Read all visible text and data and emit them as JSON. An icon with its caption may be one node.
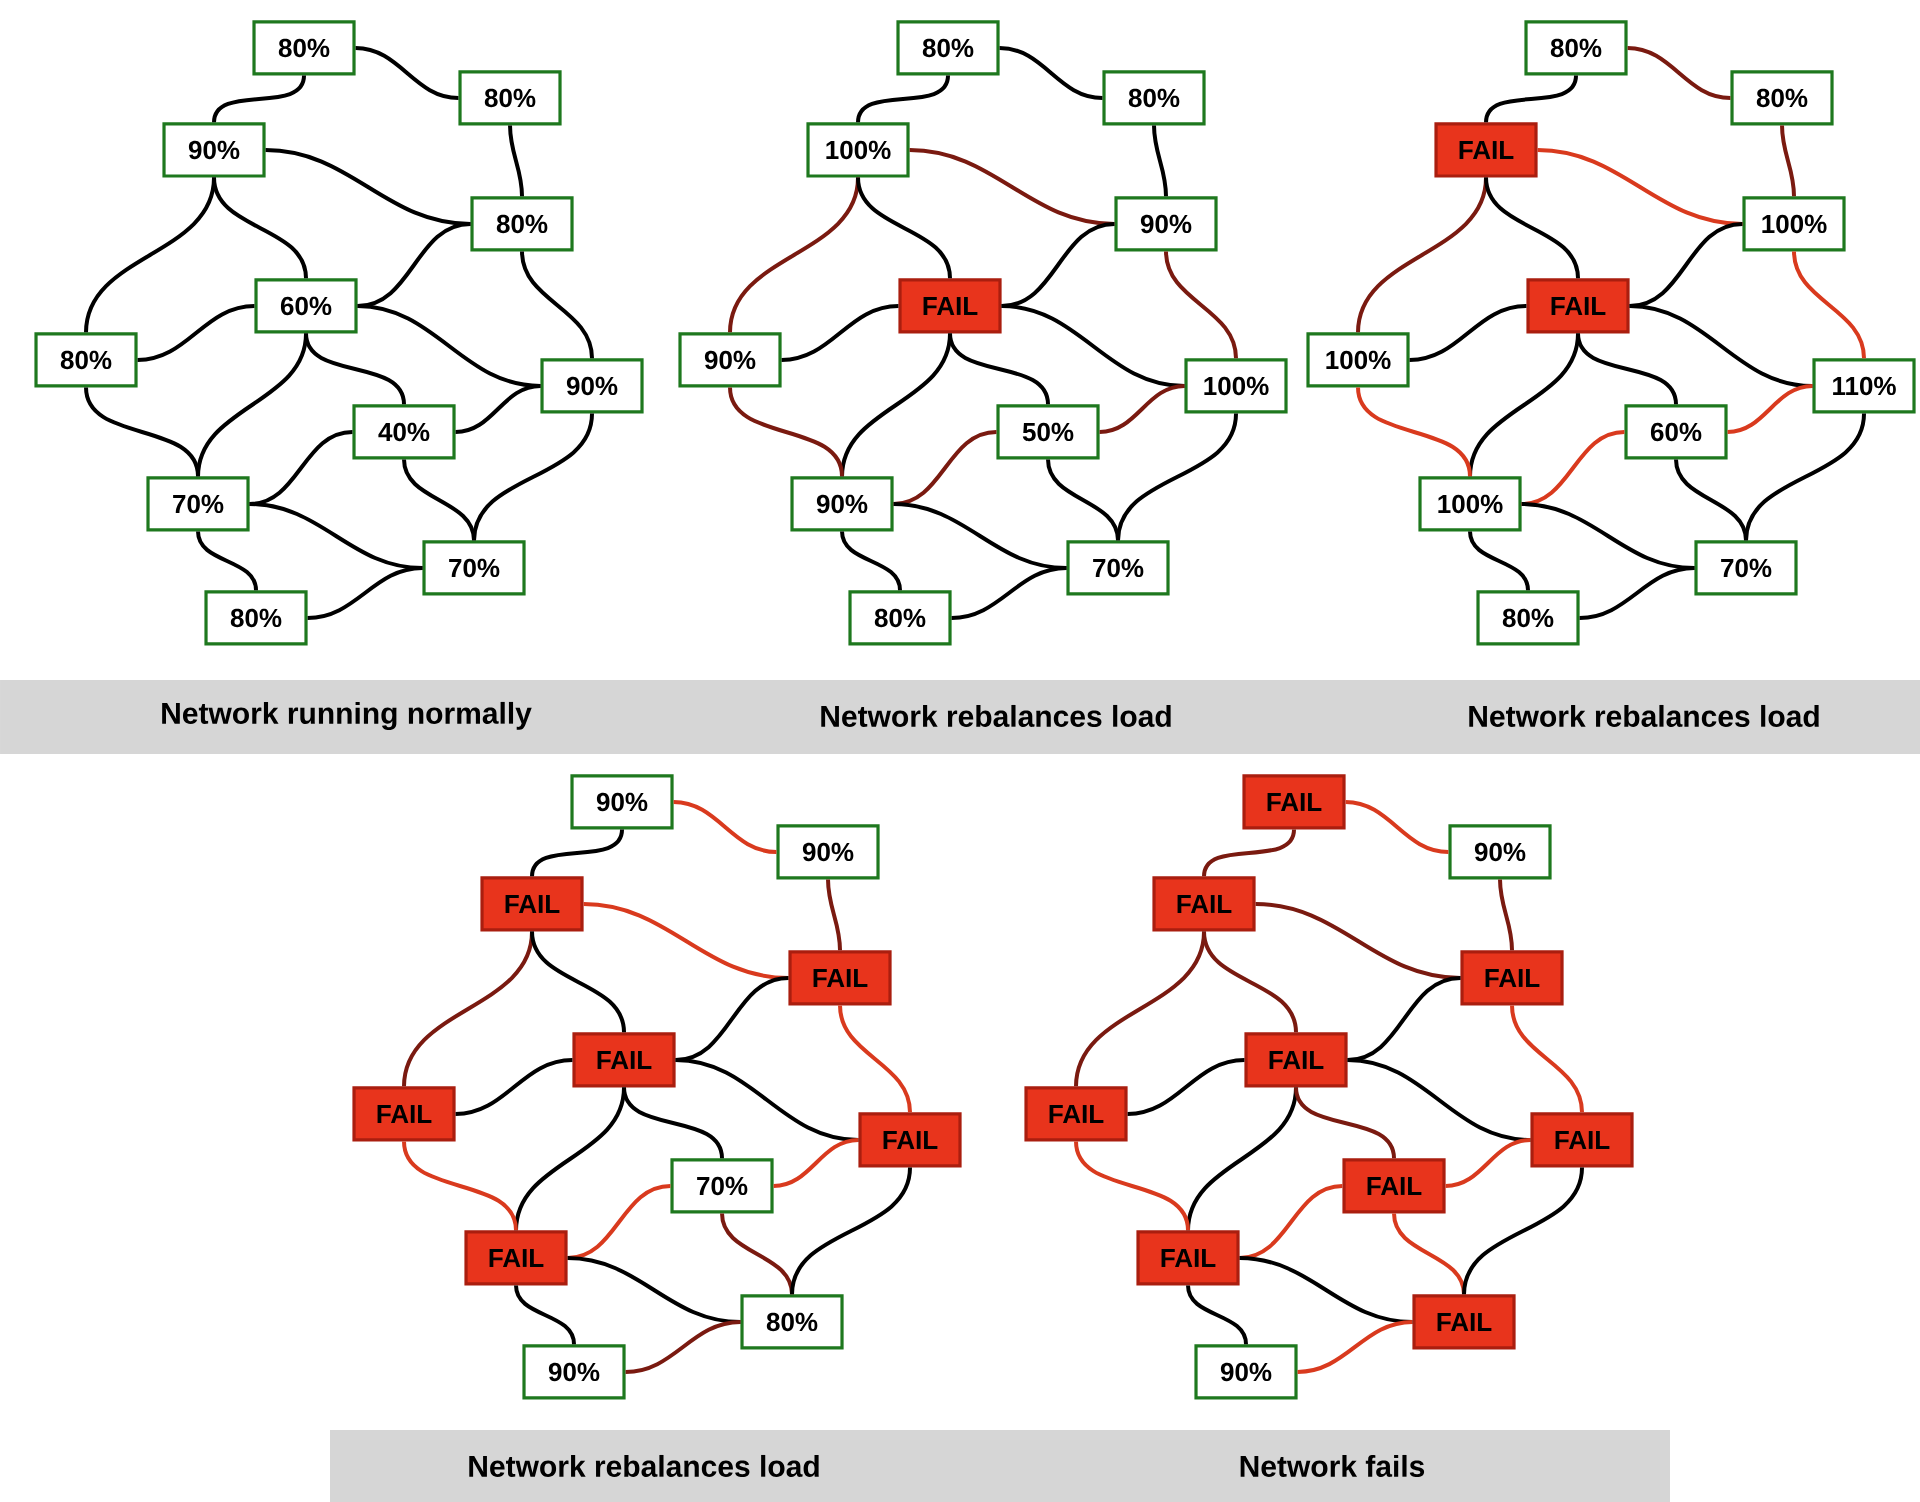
{
  "diagram": {
    "nodes": [
      {
        "text": [
          "80%"
        ]
      },
      {
        "text": [
          "80%"
        ]
      },
      {
        "text": [
          "90%"
        ]
      },
      {
        "text": [
          "80%"
        ]
      },
      {
        "text": [
          "60%"
        ]
      },
      {
        "text": [
          "80%"
        ]
      },
      {
        "text": [
          "90%"
        ]
      },
      {
        "text": [
          "40%"
        ]
      },
      {
        "text": [
          "70%"
        ]
      },
      {
        "text": [
          "70%"
        ]
      },
      {
        "text": [
          "80%"
        ]
      },
      {
        "text": [
          "80%"
        ]
      },
      {
        "text": [
          "80%"
        ]
      },
      {
        "text": [
          "100%"
        ]
      },
      {
        "text": [
          "90%"
        ]
      },
      {
        "text": [
          "FAIL"
        ]
      },
      {
        "text": [
          "90%"
        ]
      },
      {
        "text": [
          "100%"
        ]
      },
      {
        "text": [
          "50%"
        ]
      },
      {
        "text": [
          "90%"
        ]
      },
      {
        "text": [
          "70%"
        ]
      },
      {
        "text": [
          "80%"
        ]
      },
      {
        "text": [
          "80%"
        ]
      },
      {
        "text": [
          "80%"
        ]
      },
      {
        "text": [
          "FAIL"
        ]
      },
      {
        "text": [
          "100%"
        ]
      },
      {
        "text": [
          "FAIL"
        ]
      },
      {
        "text": [
          "100%"
        ]
      },
      {
        "text": [
          "110%"
        ]
      },
      {
        "text": [
          "60%"
        ]
      },
      {
        "text": [
          "100%"
        ]
      },
      {
        "text": [
          "70%"
        ]
      },
      {
        "text": [
          "80%"
        ]
      },
      {
        "text": [
          "90%"
        ]
      },
      {
        "text": [
          "90%"
        ]
      },
      {
        "text": [
          "FAIL"
        ]
      },
      {
        "text": [
          "FAIL"
        ]
      },
      {
        "text": [
          "FAIL"
        ]
      },
      {
        "text": [
          "FAIL"
        ]
      },
      {
        "text": [
          "FAIL"
        ]
      },
      {
        "text": [
          "70%"
        ]
      },
      {
        "text": [
          "FAIL"
        ]
      },
      {
        "text": [
          "80%"
        ]
      },
      {
        "text": [
          "90%"
        ]
      },
      {
        "text": [
          "FAIL"
        ]
      },
      {
        "text": [
          "90%"
        ]
      },
      {
        "text": [
          "FAIL"
        ]
      },
      {
        "text": [
          "FAIL"
        ]
      },
      {
        "text": [
          "FAIL"
        ]
      },
      {
        "text": [
          "FAIL"
        ]
      },
      {
        "text": [
          "FAIL"
        ]
      },
      {
        "text": [
          "FAIL"
        ]
      },
      {
        "text": [
          "FAIL"
        ]
      },
      {
        "text": [
          "FAIL"
        ]
      },
      {
        "text": [
          "90%"
        ]
      }
    ],
    "edges": [
      {
        "from": 0,
        "to": 1,
        "arrow": "none"
      },
      {
        "from": 0,
        "to": 2,
        "arrow": "none"
      },
      {
        "from": 1,
        "to": 3,
        "arrow": "none"
      },
      {
        "from": 2,
        "to": 3,
        "arrow": "none"
      },
      {
        "from": 2,
        "to": 5,
        "arrow": "none"
      },
      {
        "from": 2,
        "to": 4,
        "arrow": "none"
      },
      {
        "from": 4,
        "to": 3,
        "arrow": "none"
      },
      {
        "from": 4,
        "to": 5,
        "arrow": "none"
      },
      {
        "from": 4,
        "to": 6,
        "arrow": "none"
      },
      {
        "from": 4,
        "to": 8,
        "arrow": "none"
      },
      {
        "from": 4,
        "to": 7,
        "arrow": "none"
      },
      {
        "from": 3,
        "to": 6,
        "arrow": "none"
      },
      {
        "from": 5,
        "to": 8,
        "arrow": "none"
      },
      {
        "from": 7,
        "to": 6,
        "arrow": "none"
      },
      {
        "from": 7,
        "to": 8,
        "arrow": "none"
      },
      {
        "from": 7,
        "to": 9,
        "arrow": "none"
      },
      {
        "from": 6,
        "to": 9,
        "arrow": "none"
      },
      {
        "from": 8,
        "to": 9,
        "arrow": "none"
      },
      {
        "from": 8,
        "to": 10,
        "arrow": "none"
      },
      {
        "from": 10,
        "to": 9,
        "arrow": "none"
      },
      {
        "from": 11,
        "to": 12,
        "arrow": "none"
      },
      {
        "from": 11,
        "to": 13,
        "arrow": "none"
      },
      {
        "from": 12,
        "to": 14,
        "arrow": "none"
      },
      {
        "from": 13,
        "to": 14,
        "arrow": "none",
        "color": "#7a1a10"
      },
      {
        "from": 13,
        "to": 16,
        "arrow": "none",
        "color": "#7a1a10"
      },
      {
        "from": 13,
        "to": 15,
        "arrow": "none"
      },
      {
        "from": 15,
        "to": 14,
        "arrow": "none"
      },
      {
        "from": 15,
        "to": 16,
        "arrow": "none"
      },
      {
        "from": 15,
        "to": 17,
        "arrow": "none"
      },
      {
        "from": 15,
        "to": 19,
        "arrow": "none"
      },
      {
        "from": 15,
        "to": 18,
        "arrow": "none"
      },
      {
        "from": 14,
        "to": 17,
        "arrow": "none",
        "color": "#7a1a10"
      },
      {
        "from": 16,
        "to": 19,
        "arrow": "none",
        "color": "#7a1a10"
      },
      {
        "from": 18,
        "to": 17,
        "arrow": "none",
        "color": "#7a1a10"
      },
      {
        "from": 18,
        "to": 19,
        "arrow": "none",
        "color": "#7a1a10"
      },
      {
        "from": 18,
        "to": 20,
        "arrow": "none"
      },
      {
        "from": 17,
        "to": 20,
        "arrow": "none"
      },
      {
        "from": 19,
        "to": 20,
        "arrow": "none"
      },
      {
        "from": 19,
        "to": 21,
        "arrow": "none"
      },
      {
        "from": 21,
        "to": 20,
        "arrow": "none"
      },
      {
        "from": 22,
        "to": 23,
        "arrow": "none",
        "color": "#7a1a10"
      },
      {
        "from": 22,
        "to": 24,
        "arrow": "none"
      },
      {
        "from": 23,
        "to": 25,
        "arrow": "none",
        "color": "#7a1a10"
      },
      {
        "from": 24,
        "to": 25,
        "arrow": "none",
        "color": "#d93a1e"
      },
      {
        "from": 24,
        "to": 27,
        "arrow": "none",
        "color": "#7a1a10"
      },
      {
        "from": 24,
        "to": 26,
        "arrow": "none"
      },
      {
        "from": 26,
        "to": 25,
        "arrow": "none"
      },
      {
        "from": 26,
        "to": 27,
        "arrow": "none"
      },
      {
        "from": 26,
        "to": 28,
        "arrow": "none"
      },
      {
        "from": 26,
        "to": 30,
        "arrow": "none"
      },
      {
        "from": 26,
        "to": 29,
        "arrow": "none"
      },
      {
        "from": 25,
        "to": 28,
        "arrow": "none",
        "color": "#d93a1e"
      },
      {
        "from": 27,
        "to": 30,
        "arrow": "none",
        "color": "#d93a1e"
      },
      {
        "from": 29,
        "to": 28,
        "arrow": "none",
        "color": "#d93a1e"
      },
      {
        "from": 29,
        "to": 30,
        "arrow": "none",
        "color": "#d93a1e"
      },
      {
        "from": 29,
        "to": 31,
        "arrow": "none"
      },
      {
        "from": 28,
        "to": 31,
        "arrow": "none"
      },
      {
        "from": 30,
        "to": 31,
        "arrow": "none"
      },
      {
        "from": 30,
        "to": 32,
        "arrow": "none"
      },
      {
        "from": 32,
        "to": 31,
        "arrow": "none"
      },
      {
        "from": 33,
        "to": 34,
        "arrow": "none",
        "color": "#d93a1e"
      },
      {
        "from": 33,
        "to": 35,
        "arrow": "none"
      },
      {
        "from": 34,
        "to": 36,
        "arrow": "none",
        "color": "#7a1a10"
      },
      {
        "from": 35,
        "to": 36,
        "arrow": "none",
        "color": "#d93a1e"
      },
      {
        "from": 35,
        "to": 38,
        "arrow": "none",
        "color": "#7a1a10"
      },
      {
        "from": 35,
        "to": 37,
        "arrow": "none"
      },
      {
        "from": 37,
        "to": 36,
        "arrow": "none"
      },
      {
        "from": 37,
        "to": 38,
        "arrow": "none"
      },
      {
        "from": 37,
        "to": 39,
        "arrow": "none"
      },
      {
        "from": 37,
        "to": 41,
        "arrow": "none"
      },
      {
        "from": 37,
        "to": 40,
        "arrow": "none"
      },
      {
        "from": 36,
        "to": 39,
        "arrow": "none",
        "color": "#d93a1e"
      },
      {
        "from": 38,
        "to": 41,
        "arrow": "none",
        "color": "#d93a1e"
      },
      {
        "from": 40,
        "to": 39,
        "arrow": "none",
        "color": "#d93a1e"
      },
      {
        "from": 40,
        "to": 41,
        "arrow": "none",
        "color": "#d93a1e"
      },
      {
        "from": 40,
        "to": 42,
        "arrow": "none",
        "color": "#7a1a10"
      },
      {
        "from": 39,
        "to": 42,
        "arrow": "none"
      },
      {
        "from": 41,
        "to": 42,
        "arrow": "none"
      },
      {
        "from": 41,
        "to": 43,
        "arrow": "none"
      },
      {
        "from": 43,
        "to": 42,
        "arrow": "none",
        "color": "#7a1a10"
      },
      {
        "from": 44,
        "to": 45,
        "arrow": "none",
        "color": "#d93a1e"
      },
      {
        "from": 44,
        "to": 46,
        "arrow": "none",
        "color": "#7a1a10"
      },
      {
        "from": 45,
        "to": 47,
        "arrow": "none",
        "color": "#7a1a10"
      },
      {
        "from": 46,
        "to": 47,
        "arrow": "none",
        "color": "#7a1a10"
      },
      {
        "from": 46,
        "to": 49,
        "arrow": "none",
        "color": "#7a1a10"
      },
      {
        "from": 46,
        "to": 48,
        "arrow": "none",
        "color": "#7a1a10"
      },
      {
        "from": 48,
        "to": 47,
        "arrow": "none"
      },
      {
        "from": 48,
        "to": 49,
        "arrow": "none"
      },
      {
        "from": 48,
        "to": 50,
        "arrow": "none"
      },
      {
        "from": 48,
        "to": 52,
        "arrow": "none"
      },
      {
        "from": 48,
        "to": 51,
        "arrow": "none",
        "color": "#7a1a10"
      },
      {
        "from": 47,
        "to": 50,
        "arrow": "none",
        "color": "#d93a1e"
      },
      {
        "from": 49,
        "to": 52,
        "arrow": "none",
        "color": "#d93a1e"
      },
      {
        "from": 51,
        "to": 50,
        "arrow": "none",
        "color": "#d93a1e"
      },
      {
        "from": 51,
        "to": 52,
        "arrow": "none",
        "color": "#d93a1e"
      },
      {
        "from": 51,
        "to": 53,
        "arrow": "none",
        "color": "#d93a1e"
      },
      {
        "from": 50,
        "to": 53,
        "arrow": "none"
      },
      {
        "from": 52,
        "to": 53,
        "arrow": "none"
      },
      {
        "from": 52,
        "to": 54,
        "arrow": "none"
      },
      {
        "from": 54,
        "to": 53,
        "arrow": "none",
        "color": "#d93a1e"
      }
    ],
    "labels": [
      "Network running normally",
      "Network rebalances load",
      "Network rebalances load",
      "Network rebalances load",
      "Network fails"
    ]
  }
}
